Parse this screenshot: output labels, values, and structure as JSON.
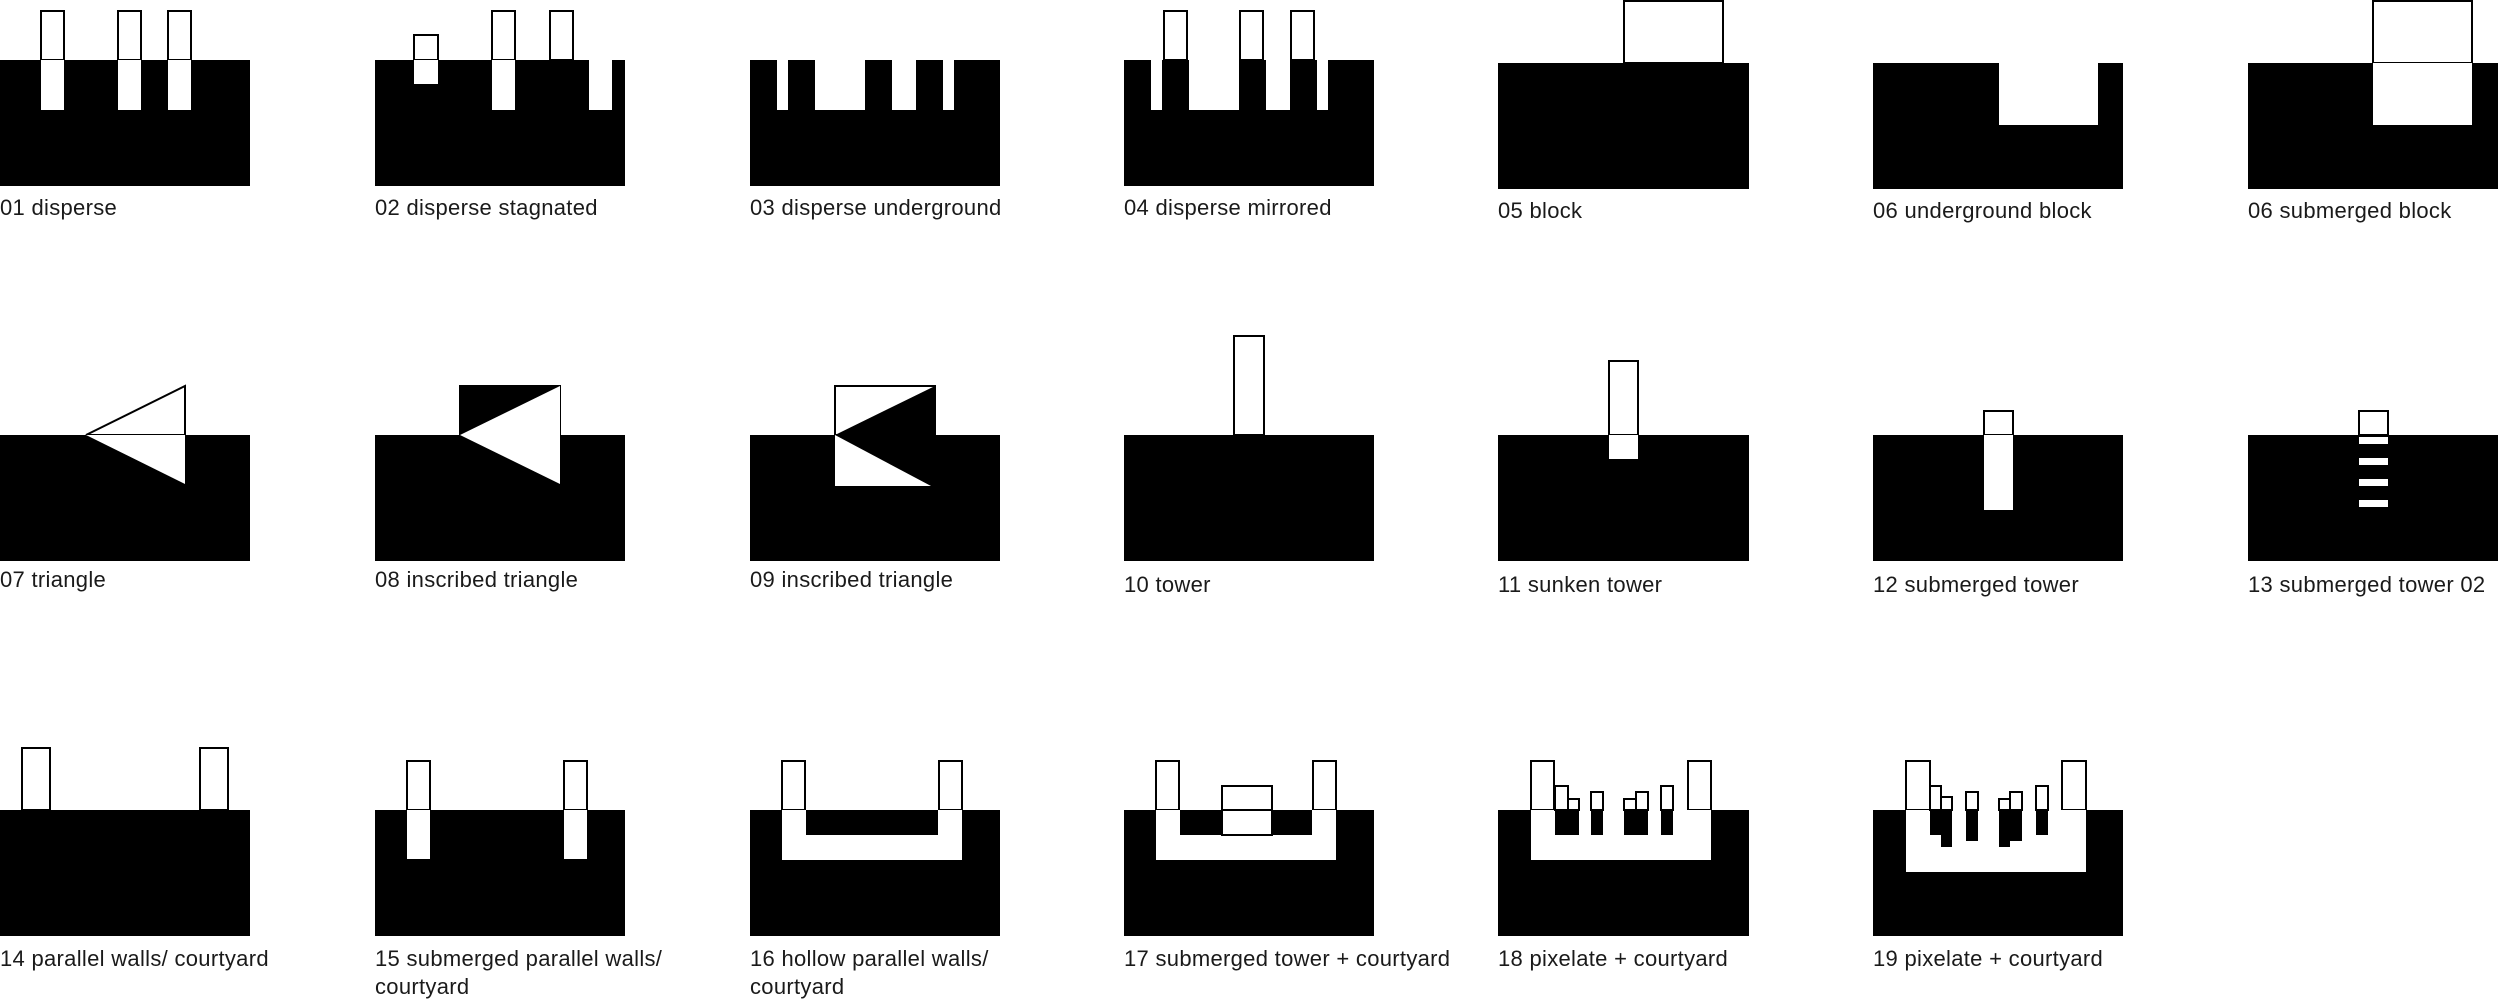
{
  "colors": {
    "ink": "#000000",
    "paper": "#ffffff"
  },
  "diagrams": [
    {
      "id": "d01",
      "caption": [
        "01 disperse"
      ]
    },
    {
      "id": "d02",
      "caption": [
        "02 disperse stagnated"
      ]
    },
    {
      "id": "d03",
      "caption": [
        "03 disperse underground"
      ]
    },
    {
      "id": "d04",
      "caption": [
        "04 disperse mirrored"
      ]
    },
    {
      "id": "d05",
      "caption": [
        "05 block"
      ]
    },
    {
      "id": "d06",
      "caption": [
        "06 underground block"
      ]
    },
    {
      "id": "d06b",
      "caption": [
        "06 submerged block"
      ]
    },
    {
      "id": "d07",
      "caption": [
        "07 triangle"
      ]
    },
    {
      "id": "d08",
      "caption": [
        "08 inscribed triangle"
      ]
    },
    {
      "id": "d09",
      "caption": [
        "09 inscribed triangle"
      ]
    },
    {
      "id": "d10",
      "caption": [
        "10 tower"
      ]
    },
    {
      "id": "d11",
      "caption": [
        "11 sunken tower"
      ]
    },
    {
      "id": "d12",
      "caption": [
        "12 submerged tower"
      ]
    },
    {
      "id": "d13",
      "caption": [
        "13 submerged tower 02"
      ]
    },
    {
      "id": "d14",
      "caption": [
        "14 parallel walls/ courtyard"
      ]
    },
    {
      "id": "d15",
      "caption": [
        "15 submerged parallel walls/",
        " courtyard"
      ]
    },
    {
      "id": "d16",
      "caption": [
        "16 hollow parallel walls/",
        " courtyard"
      ]
    },
    {
      "id": "d17",
      "caption": [
        "17 submerged tower + courtyard"
      ]
    },
    {
      "id": "d18",
      "caption": [
        "18 pixelate + courtyard"
      ]
    },
    {
      "id": "d19",
      "caption": [
        "19 pixelate + courtyard"
      ]
    }
  ]
}
